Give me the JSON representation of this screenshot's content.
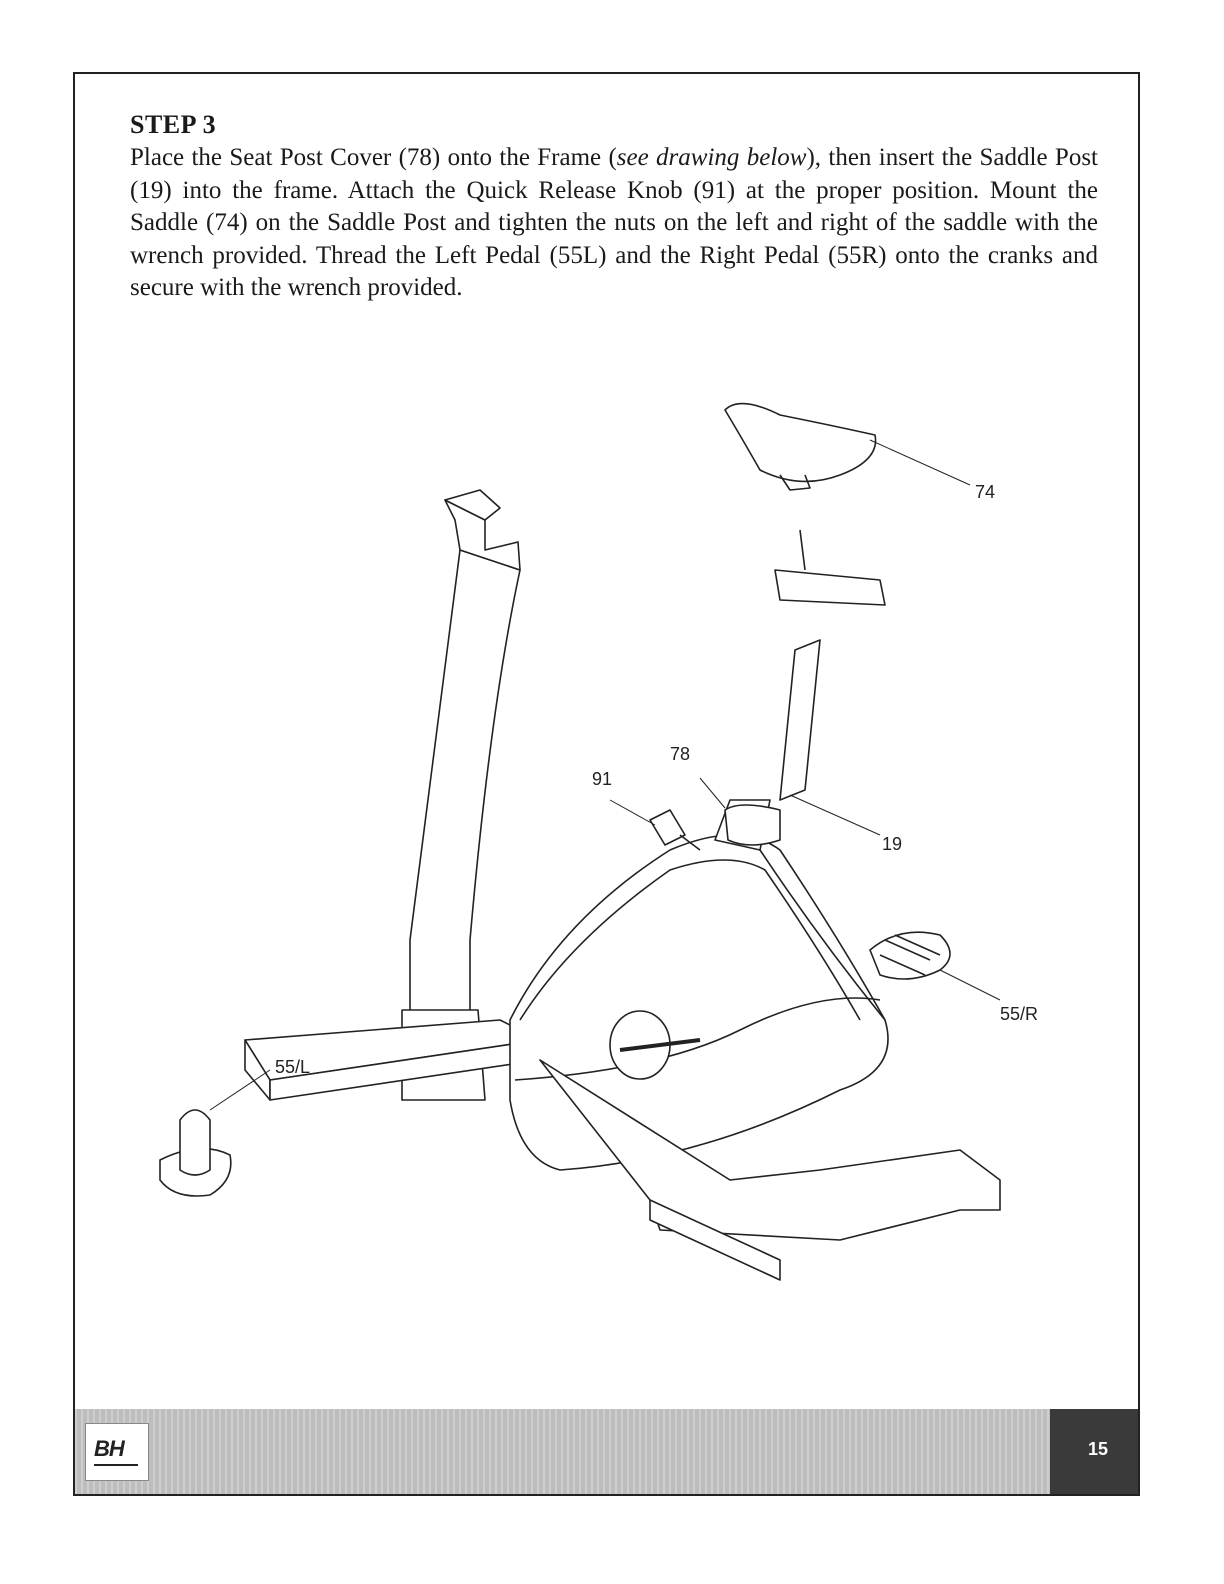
{
  "step": {
    "title": "STEP 3",
    "text_1": "Place the Seat Post Cover (78) onto the Frame (",
    "text_italic": "see drawing below",
    "text_2": "), then insert the Saddle Post (19) into the frame. Attach the Quick Release Knob (91) at the proper position. Mount the Saddle (74) on the Saddle Post and tighten the nuts on the left and right of the saddle with the wrench provided. Thread the Left Pedal (55L) and the Right Pedal (55R) onto the cranks and secure with the wrench provided."
  },
  "diagram": {
    "labels": {
      "saddle": "74",
      "seat_post_cover": "78",
      "quick_release_knob": "91",
      "saddle_post": "19",
      "right_pedal": "55/R",
      "left_pedal": "55/L"
    }
  },
  "footer": {
    "logo": "BH",
    "page_number": "15"
  }
}
